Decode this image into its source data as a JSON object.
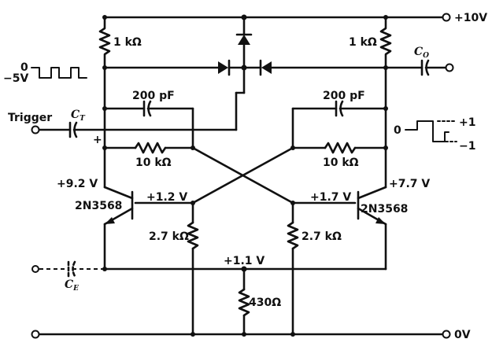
{
  "supply": {
    "positive": "+10V",
    "ground": "0V"
  },
  "resistors": {
    "r_collector_left": "1 kΩ",
    "r_collector_right": "1 kΩ",
    "r_cross_left": "10 kΩ",
    "r_cross_right": "10 kΩ",
    "r_base_left": "2.7 kΩ",
    "r_base_right": "2.7 kΩ",
    "r_emitter": "430Ω"
  },
  "capacitors": {
    "c_speedup_left": "200 pF",
    "c_speedup_right": "200 pF",
    "c_trigger": "C",
    "c_trigger_sub": "T",
    "c_output": "C",
    "c_output_sub": "O",
    "c_emitter": "C",
    "c_emitter_sub": "E"
  },
  "transistors": {
    "left": "2N3568",
    "right": "2N3568"
  },
  "voltages": {
    "collector_left": "+9.2 V",
    "collector_right": "+7.7 V",
    "base_left": "+1.2 V",
    "base_right": "+1.7 V",
    "emitter": "+1.1 V"
  },
  "signals": {
    "trigger_label": "Trigger",
    "trigger_polarity": "+",
    "input_pulse_high": "0",
    "input_pulse_low": "−5V",
    "output_zero": "0",
    "output_high": "+1",
    "output_low": "−1"
  }
}
